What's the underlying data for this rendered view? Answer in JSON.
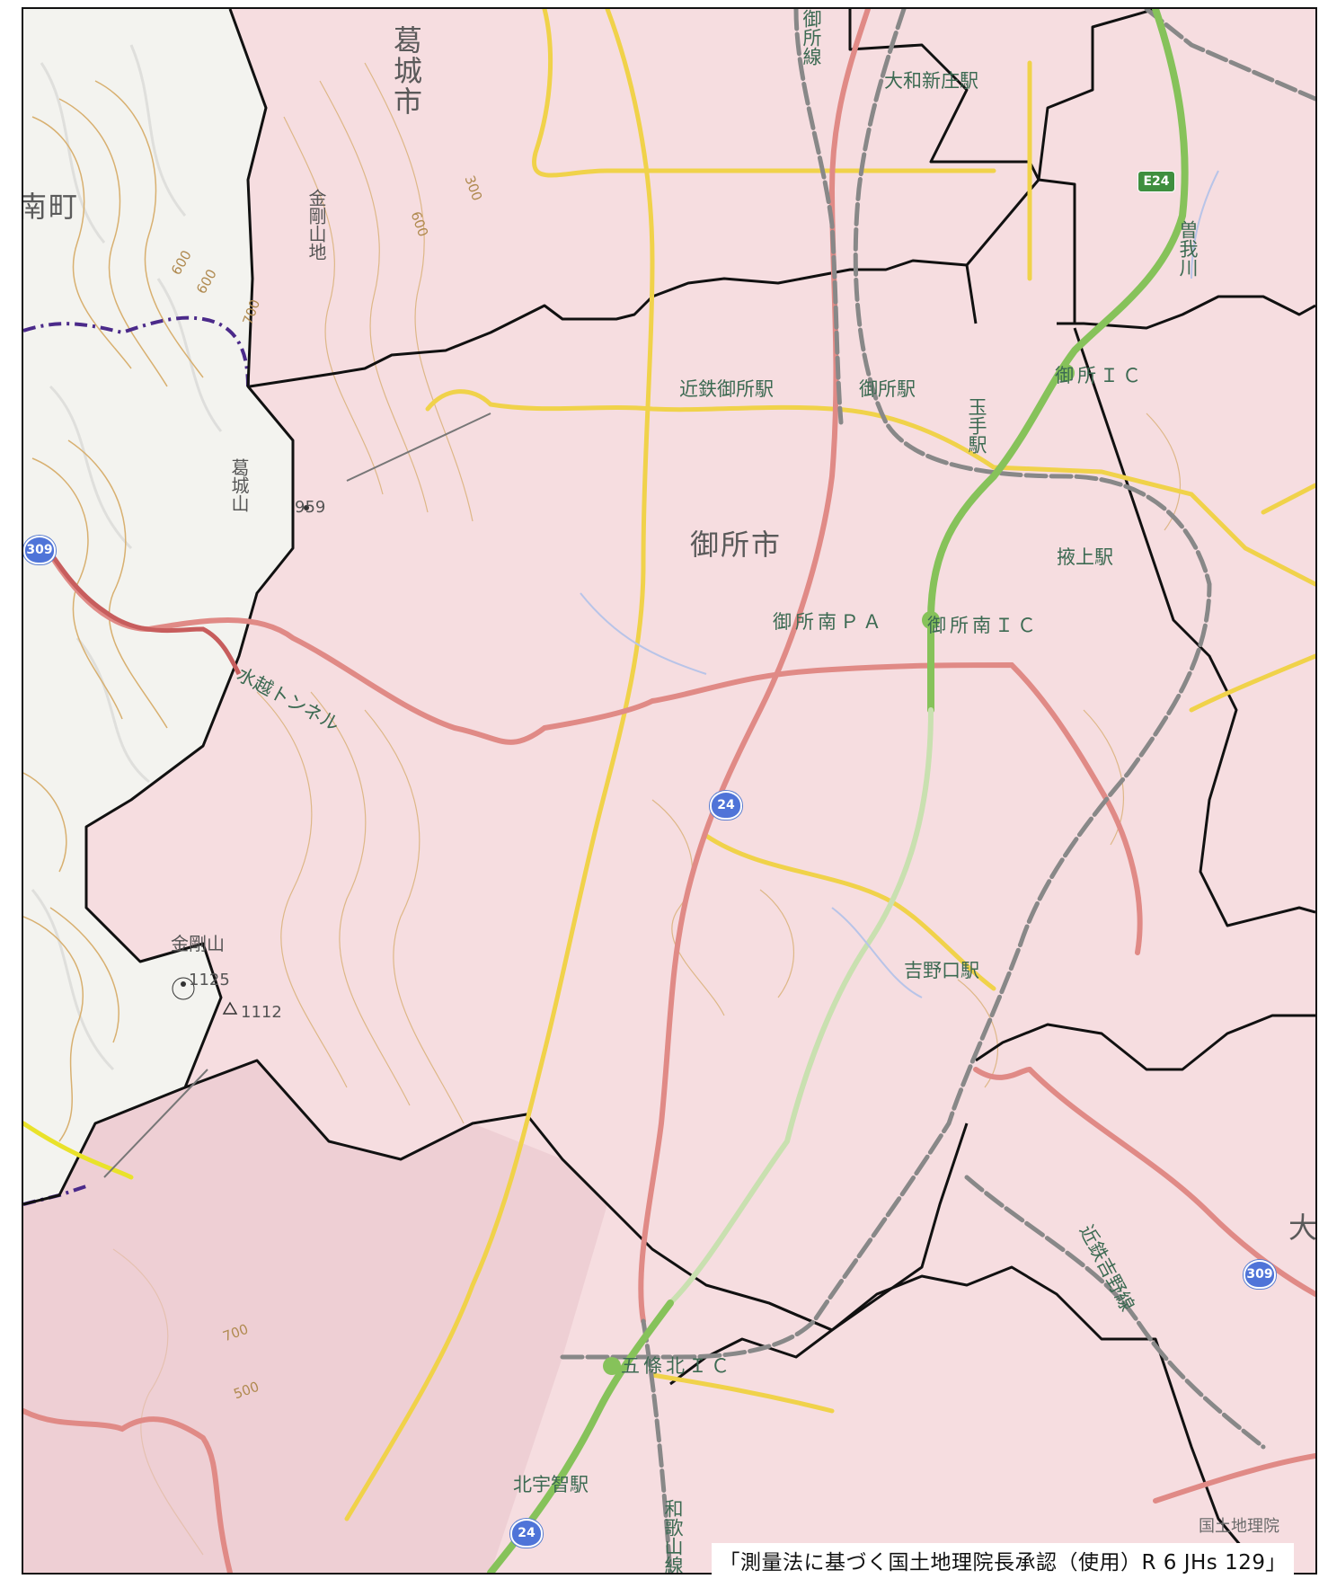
{
  "map": {
    "municipalities": {
      "gose": "御所市",
      "katsuragi": "葛城市",
      "chihaya_partial": "南町",
      "east_partial": "大"
    },
    "stations": {
      "yamato_shinjo": "大和新庄駅",
      "kintetsu_gose": "近鉄御所駅",
      "gose": "御所駅",
      "tamade": "玉手駅",
      "wakigami": "掖上駅",
      "yoshinoguchi": "吉野口駅",
      "kita_uchi": "北宇智駅"
    },
    "highway": {
      "gose_ic": "御所ＩＣ",
      "gose_minami_pa": "御所南ＰＡ",
      "gose_minami_ic": "御所南ＩＣ",
      "gojo_kita_ic": "五條北ＩＣ"
    },
    "physical": {
      "katsuragi_san": "葛城山",
      "katsuragi_elev": "959",
      "kongo_san": "金剛山",
      "kongo_elev_1": "1125",
      "kongo_elev_2": "1112",
      "kongo_sanchi": "金剛山地",
      "mizukoshi_tunnel": "水越トンネル",
      "soga_river": "曽我川"
    },
    "rail_lines": {
      "gose_line": "御所線",
      "wakayama_line": "和歌山線",
      "yoshino_line": "近鉄吉野線"
    },
    "contours": [
      "300",
      "600",
      "600",
      "600",
      "700",
      "700",
      "500"
    ],
    "route_shields": {
      "national_24": "24",
      "national_309": "309",
      "expressway": "E24"
    },
    "colors": {
      "city_fill": "#f6dde0",
      "outside_fill": "#f4f4f0",
      "boundary": "#111111",
      "national_road": "#e08a86",
      "prefectural_road": "#f0d24a",
      "expressway": "#86c25a",
      "expressway_tunnel": "#c9e0b0",
      "railway": "#808080",
      "contour": "#d8b070",
      "route_shield": "#4f74d8",
      "pref_boundary": "#4b2a8a"
    }
  },
  "attribution": {
    "gsi": "国土地理院",
    "approval": "「測量法に基づく国土地理院長承認（使用）R 6 JHs 129」"
  }
}
